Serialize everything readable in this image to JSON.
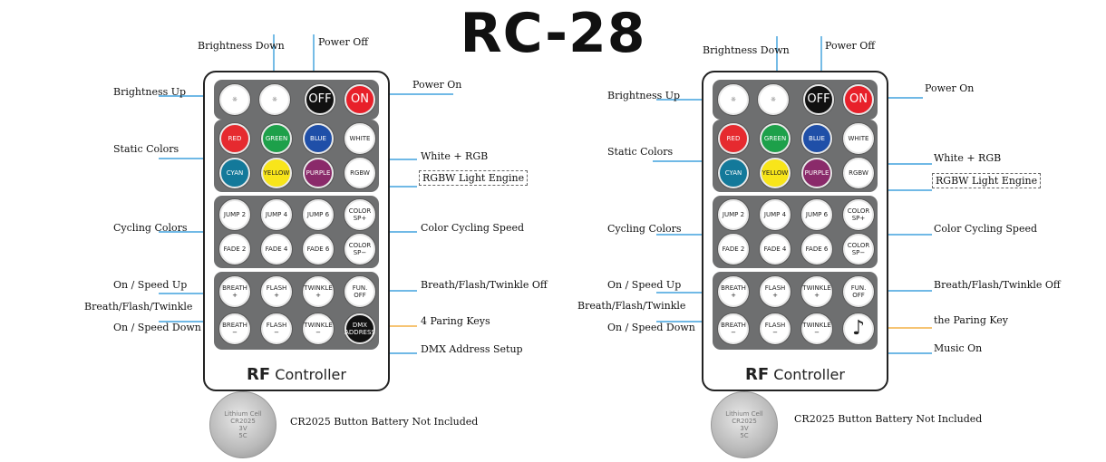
{
  "title": "RC-28",
  "colors": {
    "leader": "#1a8fd6",
    "leader_orange": "#f0a020",
    "body_bg": "#6e6f70"
  },
  "left": {
    "buttons": {
      "row1": [
        "☼",
        "☼",
        "OFF",
        "ON"
      ],
      "row2": [
        "RED",
        "GREEN",
        "BLUE",
        "WHITE"
      ],
      "row3": [
        "CYAN",
        "YELLOW",
        "PURPLE",
        "RGBW"
      ],
      "row4": [
        "JUMP 2",
        "JUMP 4",
        "JUMP 6",
        "COLOR SP+"
      ],
      "row5": [
        "FADE 2",
        "FADE 4",
        "FADE 6",
        "COLOR SP−"
      ],
      "row6": [
        "BREATH +",
        "FLASH +",
        "TWINKLE +",
        "FUN. OFF"
      ],
      "row7": [
        "BREATH −",
        "FLASH −",
        "TWINKLE −",
        "DMX ADDRESS"
      ]
    },
    "rf_brand": "RF",
    "rf_text": "Controller",
    "labels": {
      "brightness_down": "Brightness Down",
      "power_off": "Power Off",
      "brightness_up": "Brightness Up",
      "power_on": "Power On",
      "static_colors": "Static Colors",
      "white_rgb": "White + RGB",
      "rgbw_engine": "RGBW Light Engine",
      "cycling_colors": "Cycling Colors",
      "color_cycling_speed": "Color Cycling Speed",
      "on_speed_up": "On / Speed Up",
      "breath_flash_twinkle": "Breath/Flash/Twinkle",
      "on_speed_down": "On / Speed Down",
      "breath_off": "Breath/Flash/Twinkle Off",
      "paring": "4 Paring Keys",
      "dmx": "DMX Address Setup",
      "battery": "CR2025 Button Battery Not Included"
    }
  },
  "right": {
    "buttons": {
      "row1": [
        "☼",
        "☼",
        "OFF",
        "ON"
      ],
      "row2": [
        "RED",
        "GREEN",
        "BLUE",
        "WHITE"
      ],
      "row3": [
        "CYAN",
        "YELLOW",
        "PURPLE",
        "RGBW"
      ],
      "row4": [
        "JUMP 2",
        "JUMP 4",
        "JUMP 6",
        "COLOR SP+"
      ],
      "row5": [
        "FADE 2",
        "FADE 4",
        "FADE 6",
        "COLOR SP−"
      ],
      "row6": [
        "BREATH +",
        "FLASH +",
        "TWINKLE +",
        "FUN. OFF"
      ],
      "row7": [
        "BREATH −",
        "FLASH −",
        "TWINKLE −",
        "♪"
      ]
    },
    "rf_brand": "RF",
    "rf_text": "Controller",
    "labels": {
      "brightness_down": "Brightness Down",
      "power_off": "Power Off",
      "brightness_up": "Brightness Up",
      "power_on": "Power On",
      "static_colors": "Static Colors",
      "white_rgb": "White + RGB",
      "rgbw_engine": "RGBW Light Engine",
      "cycling_colors": "Cycling Colors",
      "color_cycling_speed": "Color Cycling Speed",
      "on_speed_up": "On / Speed Up",
      "breath_flash_twinkle": "Breath/Flash/Twinkle",
      "on_speed_down": "On / Speed Down",
      "breath_off": "Breath/Flash/Twinkle Off",
      "paring": "the Paring Key",
      "music": "Music On",
      "battery": "CR2025 Button Battery Not Included"
    }
  },
  "battery_text": [
    "Lithium Cell",
    "CR2025",
    "3V",
    "5C"
  ]
}
